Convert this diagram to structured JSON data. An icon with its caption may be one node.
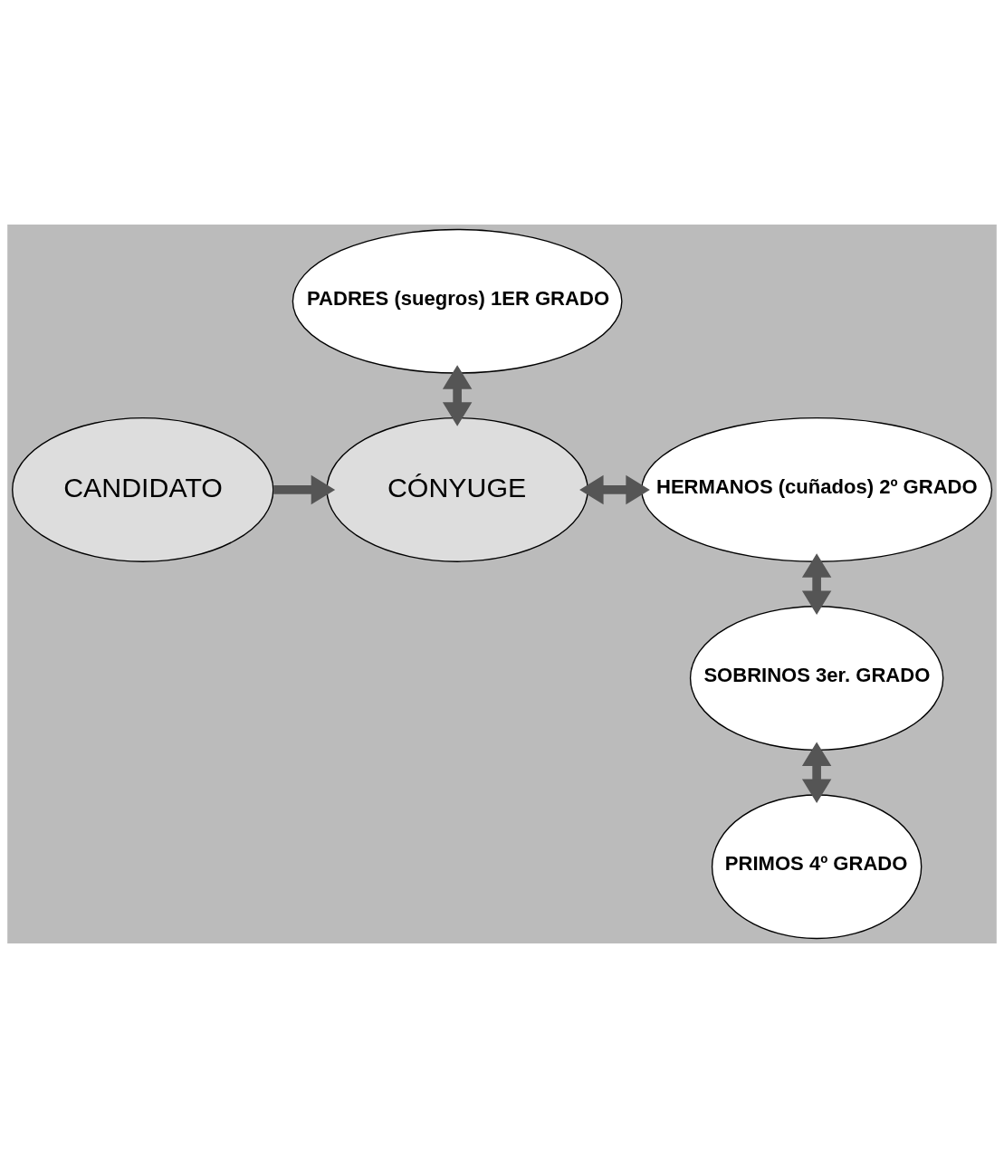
{
  "diagram": {
    "nodes": [
      {
        "text": [
          "CANDIDATO"
        ]
      },
      {
        "text": [
          "CÓNYUGE"
        ]
      },
      {
        "text": [
          "PADRES (suegros) 1ER GRADO"
        ]
      },
      {
        "text": [
          "HERMANOS (cuñados) 2º GRADO"
        ]
      },
      {
        "text": [
          "SOBRINOS 3er. GRADO"
        ]
      },
      {
        "text": [
          "PRIMOS 4º GRADO"
        ]
      }
    ],
    "edges": [
      {
        "from": 0,
        "to": 1,
        "arrow": "to"
      },
      {
        "from": 2,
        "to": 1,
        "arrow": "both"
      },
      {
        "from": 1,
        "to": 3,
        "arrow": "both"
      },
      {
        "from": 3,
        "to": 4,
        "arrow": "both"
      },
      {
        "from": 4,
        "to": 5,
        "arrow": "both"
      }
    ]
  }
}
